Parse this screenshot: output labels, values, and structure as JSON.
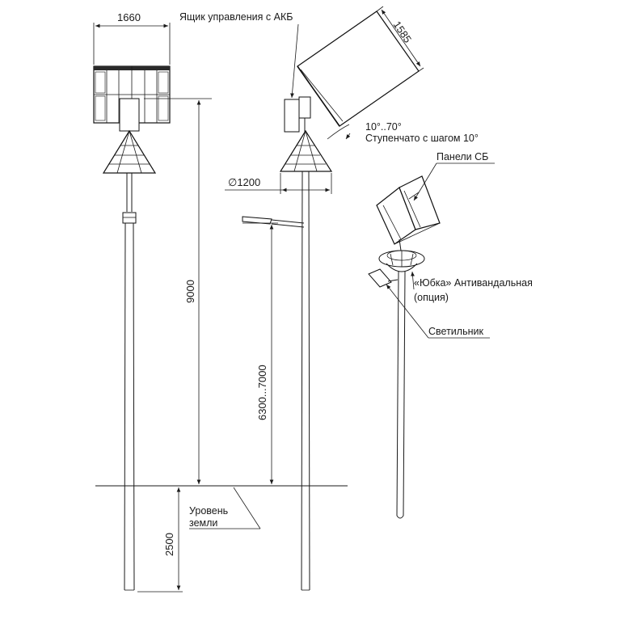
{
  "labels": {
    "control_box": "Ящик управления с АКБ",
    "angle_range": "10°..70°",
    "angle_step": "Ступенчато с шагом 10°",
    "solar_panels": "Панели СБ",
    "skirt_line1": "«Юбка» Антивандальная",
    "skirt_line2": "(опция)",
    "luminaire": "Светильник",
    "ground_line1": "Уровень",
    "ground_line2": "земли"
  },
  "dimensions": {
    "panel_width": "1660",
    "panel_length": "1585",
    "skirt_diameter": "∅1200",
    "pole_height": "9000",
    "luminaire_height": "6300...7000",
    "burial_depth": "2500"
  },
  "colors": {
    "line": "#1a1a1a",
    "panel_fill": "#2a2a2a",
    "background": "#ffffff"
  }
}
